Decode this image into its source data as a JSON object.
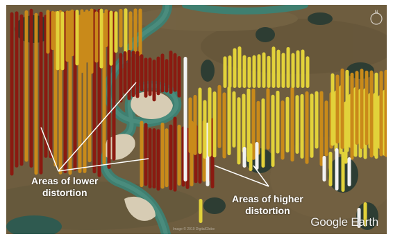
{
  "map": {
    "annotations": {
      "lower_line1": "Areas of lower",
      "lower_line2": "distortion",
      "higher_line1": "Areas of higher",
      "higher_line2": "distortion"
    },
    "watermark": "Google Earth",
    "imagery_credit": "Image © 2019 DigitalGlobe",
    "colors": {
      "terrain": "#6b5a3c",
      "river": "#3f7f70",
      "sandbar": "#d8cdb6",
      "low_distortion": "#8a1a10",
      "mid_distortion": "#c98a1a",
      "high_distortion_yellow": "#e2d23a",
      "highest_distortion": "#f2f2f2",
      "lake": "#2e3f36"
    }
  }
}
